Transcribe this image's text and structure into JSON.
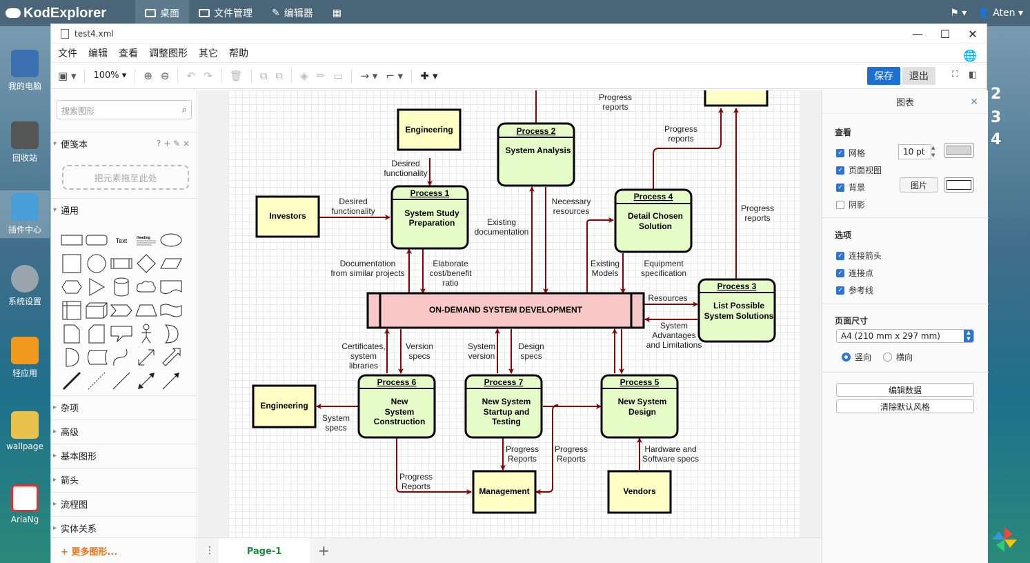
{
  "app": {
    "name": "KodExplorer",
    "user": "Aten"
  },
  "topbar": {
    "tabs": [
      "桌面",
      "文件管理",
      "编辑器"
    ]
  },
  "desktop": {
    "icons": [
      "我的电脑",
      "回收站",
      "插件中心",
      "系统设置",
      "轻应用",
      "wallpage",
      "AriaNg"
    ],
    "clock": [
      "2",
      "3",
      "4"
    ]
  },
  "window": {
    "title": "test4.xml"
  },
  "menu": [
    "文件",
    "编辑",
    "查看",
    "调整图形",
    "其它",
    "帮助"
  ],
  "toolbar": {
    "zoom": "100%",
    "save": "保存",
    "exit": "退出"
  },
  "sidebar": {
    "search_placeholder": "搜索图形",
    "scratchpad": "便笺本",
    "scratch_tools": "? + ✎ ×",
    "dropzone": "把元素拖至此处",
    "general": "通用",
    "sections": [
      "杂项",
      "高级",
      "基本图形",
      "箭头",
      "流程图",
      "实体关系"
    ],
    "more": "+ 更多图形..."
  },
  "page_tab": "Page-1",
  "format": {
    "title": "图表",
    "view_title": "查看",
    "grid": "网格",
    "grid_size": "10 pt",
    "page_view": "页面视图",
    "background": "背景",
    "image_btn": "图片",
    "shadow": "阴影",
    "options_title": "选项",
    "connection_arrows": "连接箭头",
    "connection_points": "连接点",
    "guides": "参考线",
    "page_size_title": "页面尺寸",
    "page_size": "A4 (210 mm x 297 mm)",
    "portrait": "竖向",
    "landscape": "横向",
    "edit_data": "编辑数据",
    "clear_style": "清除默认风格"
  },
  "diagram": {
    "center": "ON-DEMAND SYSTEM DEVELOPMENT",
    "nodes": {
      "engineering_top": "Engineering",
      "investors": "Investors",
      "engineering_left": "Engineering",
      "management": "Management",
      "vendors": "Vendors"
    },
    "processes": {
      "p1": {
        "title": "Process 1",
        "l1": "System Study",
        "l2": "Preparation"
      },
      "p2": {
        "title": "Process 2",
        "l1": "System Analysis"
      },
      "p3": {
        "title": "Process 3",
        "l1": "List Possible",
        "l2": "System Solutions"
      },
      "p4": {
        "title": "Process 4",
        "l1": "Detail Chosen",
        "l2": "Solution"
      },
      "p5": {
        "title": "Process 5",
        "l1": "New System",
        "l2": "Design"
      },
      "p6": {
        "title": "Process 6",
        "l1": "New",
        "l2": "System",
        "l3": "Construction"
      },
      "p7": {
        "title": "Process 7",
        "l1": "New System",
        "l2": "Startup and",
        "l3": "Testing"
      }
    },
    "labels": {
      "pr_top1": "Progress",
      "pr_top2": "reports",
      "pr_p4_1": "Progress",
      "pr_p4_2": "reports",
      "pr_p3_1": "Progress",
      "pr_p3_2": "reports",
      "df_eng1": "Desired",
      "df_eng2": "functionality",
      "df_inv1": "Desired",
      "df_inv2": "functionality",
      "exdoc1": "Existing",
      "exdoc2": "documentation",
      "nres1": "Necessary",
      "nres2": "resources",
      "docs1": "Documentation",
      "docs2": "from similar projects",
      "elab1": "Elaborate",
      "elab2": "cost/benefit",
      "elab3": "ratio",
      "exm1": "Existing",
      "exm2": "Models",
      "eq1": "Equipment",
      "eq2": "specification",
      "res": "Resources",
      "sys1": "System",
      "sys2": "Advantages",
      "sys3": "and Limitations",
      "cert1": "Certificates,",
      "cert2": "system",
      "cert3": "libraries",
      "vs1": "Version",
      "vs2": "specs",
      "sv1": "System",
      "sv2": "version",
      "ds1": "Design",
      "ds2": "specs",
      "ss1": "System",
      "ss2": "specs",
      "prr1": "Progress",
      "prr2": "Reports",
      "prr7_1": "Progress",
      "prr7_2": "Reports",
      "prr5_1": "Progress",
      "prr5_2": "Reports",
      "hw1": "Hardware and",
      "hw2": "Software specs"
    }
  }
}
